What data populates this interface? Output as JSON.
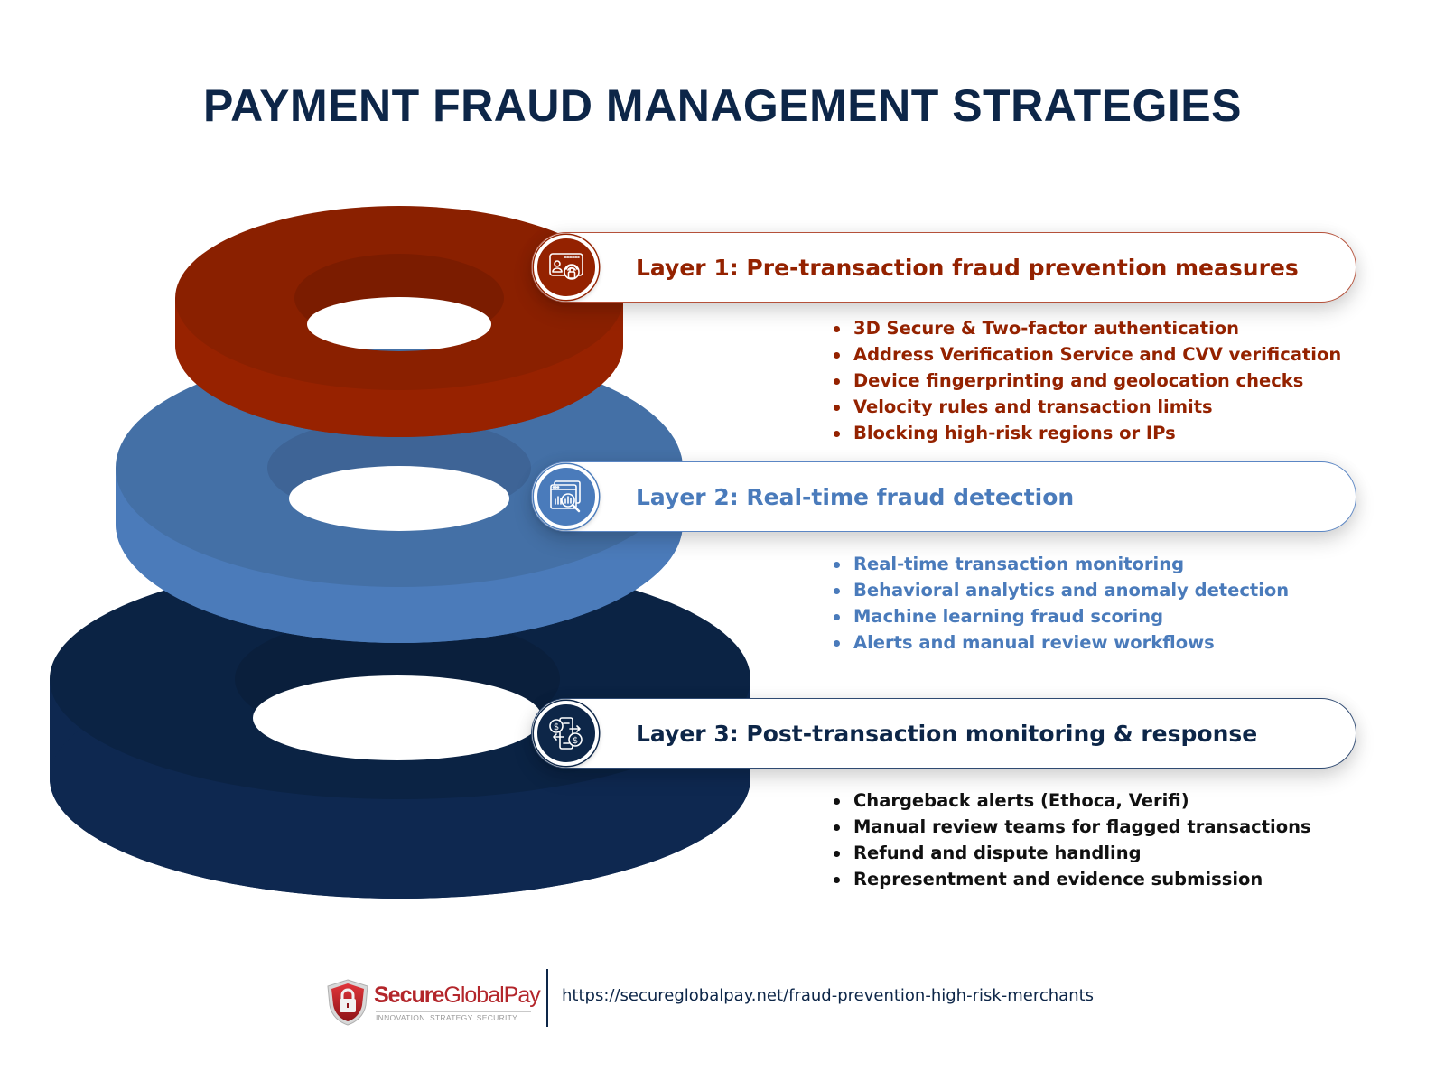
{
  "title": "PAYMENT FRAUD MANAGEMENT STRATEGIES",
  "colors": {
    "layer1": "#942200",
    "layer2": "#4a7bbb",
    "layer3": "#0d2648",
    "title": "#0d2648"
  },
  "layers": [
    {
      "title": "Layer 1: Pre-transaction fraud prevention measures",
      "icon": "identity-fingerprint-lock-icon",
      "items": [
        "3D Secure & Two-factor authentication",
        "Address Verification Service and CVV verification",
        "Device fingerprinting and geolocation checks",
        "Velocity rules and transaction limits",
        "Blocking high-risk regions or IPs"
      ]
    },
    {
      "title": "Layer 2: Real-time fraud detection",
      "icon": "analytics-magnifier-icon",
      "items": [
        "Real-time transaction monitoring",
        "Behavioral analytics and anomaly detection",
        "Machine learning fraud scoring",
        "Alerts and manual review workflows"
      ]
    },
    {
      "title": "Layer 3: Post-transaction monitoring & response",
      "icon": "money-exchange-icon",
      "items": [
        "Chargeback alerts (Ethoca, Verifi)",
        "Manual review teams for flagged transactions",
        "Refund and dispute handling",
        "Representment and evidence submission"
      ]
    }
  ],
  "footer": {
    "logo": {
      "word_bold": "Secure",
      "word_light": "GlobalPay",
      "tagline": "INNOVATION. STRATEGY. SECURITY."
    },
    "url": "https://secureglobalpay.net/fraud-prevention-high-risk-merchants"
  }
}
